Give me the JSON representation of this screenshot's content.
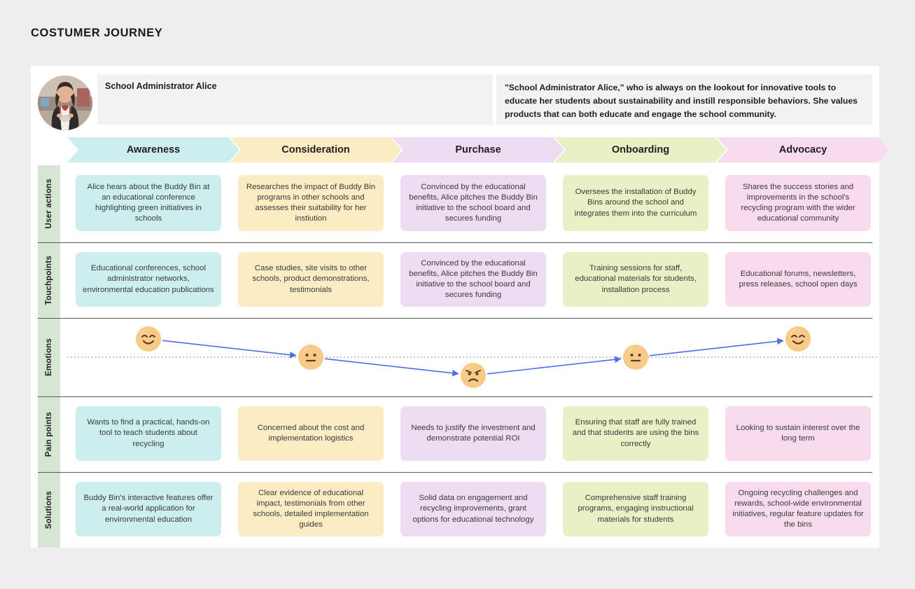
{
  "page": {
    "title": "COSTUMER JOURNEY"
  },
  "persona": {
    "avatar_icon": "persona-photo",
    "name": "School Administrator Alice",
    "quote": "\"School Administrator Alice,\" who is always on the lookout for innovative tools to educate her students about sustainability and instill responsible behaviors. She values products that can both educate and engage the school community."
  },
  "stages": [
    {
      "label": "Awareness",
      "color": "#cdeeee"
    },
    {
      "label": "Consideration",
      "color": "#fbecc4"
    },
    {
      "label": "Purchase",
      "color": "#eedcf3"
    },
    {
      "label": "Onboarding",
      "color": "#e9f0c6"
    },
    {
      "label": "Advocacy",
      "color": "#f8dced"
    }
  ],
  "row_labels": [
    "User actions",
    "Touchpoints",
    "Emotions",
    "Pain points",
    "Solutions"
  ],
  "rows": {
    "user_actions": [
      "Alice hears about the Buddy Bin at an educational conference highlighting green initiatives in schools",
      "Researches the impact of Buddy Bin programs in other schools and assesses their suitability for her instiution",
      "Convinced by the educational benefits, Alice pitches the Buddy Bin initiative to the school board and secures funding",
      "Oversees the installation of Buddy Bins around the school and integrates them into the curriculum",
      "Shares the success stories and improvements in the school's recycling program with the wider educational community"
    ],
    "touchpoints": [
      "Educational conferences, school administrator networks, environmental education publications",
      "Case studies, site visits to other schools, product demonstrations, testimonials",
      "Convinced by the educational benefits, Alice pitches the Buddy Bin initiative to the school board and secures funding",
      "Training sessions for staff, educational materials for students, installation process",
      "Educational forums, newsletters, press releases, school open days"
    ],
    "pain_points": [
      "Wants to find a practical, hands-on tool to teach students about recycling",
      "Concerned about the cost and implementation logistics",
      "Needs to justify the investment and demonstrate potential ROI",
      "Ensuring that staff are fully trained and that students are using the bins correctly",
      "Looking to sustain interest over the long term"
    ],
    "solutions": [
      "Buddy Bin's interactive features offer a real-world application for environmental education",
      "Clear evidence of educational impact, testimonials from other schools, detailed implementation guides",
      "Solid data on engagement and recycling improvements, grant options for educational technology",
      "Comprehensive staff training programs, engaging instructional materials for students",
      "Ongoing recycling challenges and rewards, school-wide environmental initiatives, regular feature updates for the bins"
    ]
  },
  "emotions": {
    "points": [
      {
        "stage": "Awareness",
        "mood": "happy",
        "icon": "happy-face-icon",
        "level": 1
      },
      {
        "stage": "Consideration",
        "mood": "neutral",
        "icon": "neutral-face-icon",
        "level": 0
      },
      {
        "stage": "Purchase",
        "mood": "sad",
        "icon": "sad-face-icon",
        "level": -1
      },
      {
        "stage": "Onboarding",
        "mood": "neutral",
        "icon": "neutral-face-icon",
        "level": 0
      },
      {
        "stage": "Advocacy",
        "mood": "happy",
        "icon": "happy-face-icon",
        "level": 1
      }
    ],
    "line_color": "#4f6ee8",
    "baseline_style": "dotted",
    "face_color": "#f7cb86"
  },
  "colors": {
    "background": "#eeeeee",
    "board": "#ffffff",
    "label_column": "#d6e5d4",
    "row_separator": "#5a5a5a",
    "persona_box": "#f2f2f2"
  }
}
